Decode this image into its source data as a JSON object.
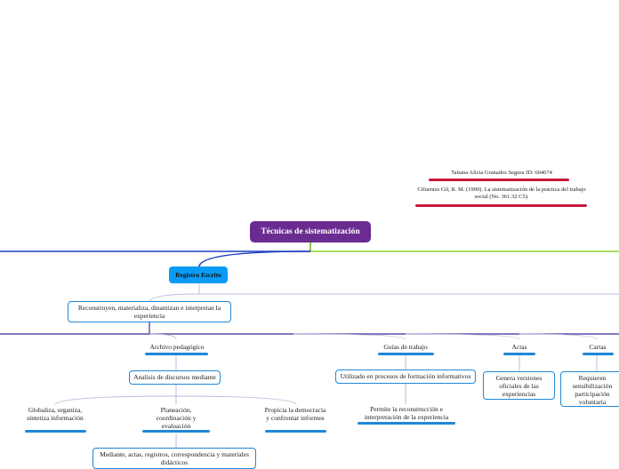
{
  "colors": {
    "root": "#6a2c91",
    "accent_blue": "#0a9cf5",
    "link_blue": "#1f3fbf",
    "link_green": "#8fd42a",
    "line_light": "#b9bde0",
    "underline_blue": "#1f88d6",
    "underline_red": "#c8183a"
  },
  "header": {
    "author": "Tatiana Alicia Granados Segura ID: 604674",
    "reference": "Cifuentes Gil, R. M. (1999). La sistematización de la práctica del trabajo social (No. 361.32 C5)."
  },
  "root": {
    "label": "Técnicas de sistematización"
  },
  "branch": {
    "label": "Registro Escrito",
    "description": "Reconstruyen, materializa, dinamizan e interpretan la experiencia"
  },
  "topics": {
    "archivo": "Archivo pedagógico",
    "guias": "Guías de trabajo",
    "actas": "Actas",
    "cartas": "Cartas"
  },
  "archivo": {
    "child": "Analisis de discursos mediante",
    "globaliza": "Globaliza, organiza, sintetiza información",
    "planeacion": "Planeación, coordinación y evaluación",
    "propicia": "Propicia la democracia y confrontar informes",
    "mediante": "Mediante, actas, registros, correspondencia y materiales didácticos"
  },
  "guias": {
    "child": "Utilizado en procesos de formación informativos",
    "sub": "Permite la reconstrucción e interpretación de la experiencia"
  },
  "actas": {
    "child": "Genera versiones oficiales de las experiencias"
  },
  "cartas": {
    "child": "Requieren sensibilización participación voluntaria"
  }
}
